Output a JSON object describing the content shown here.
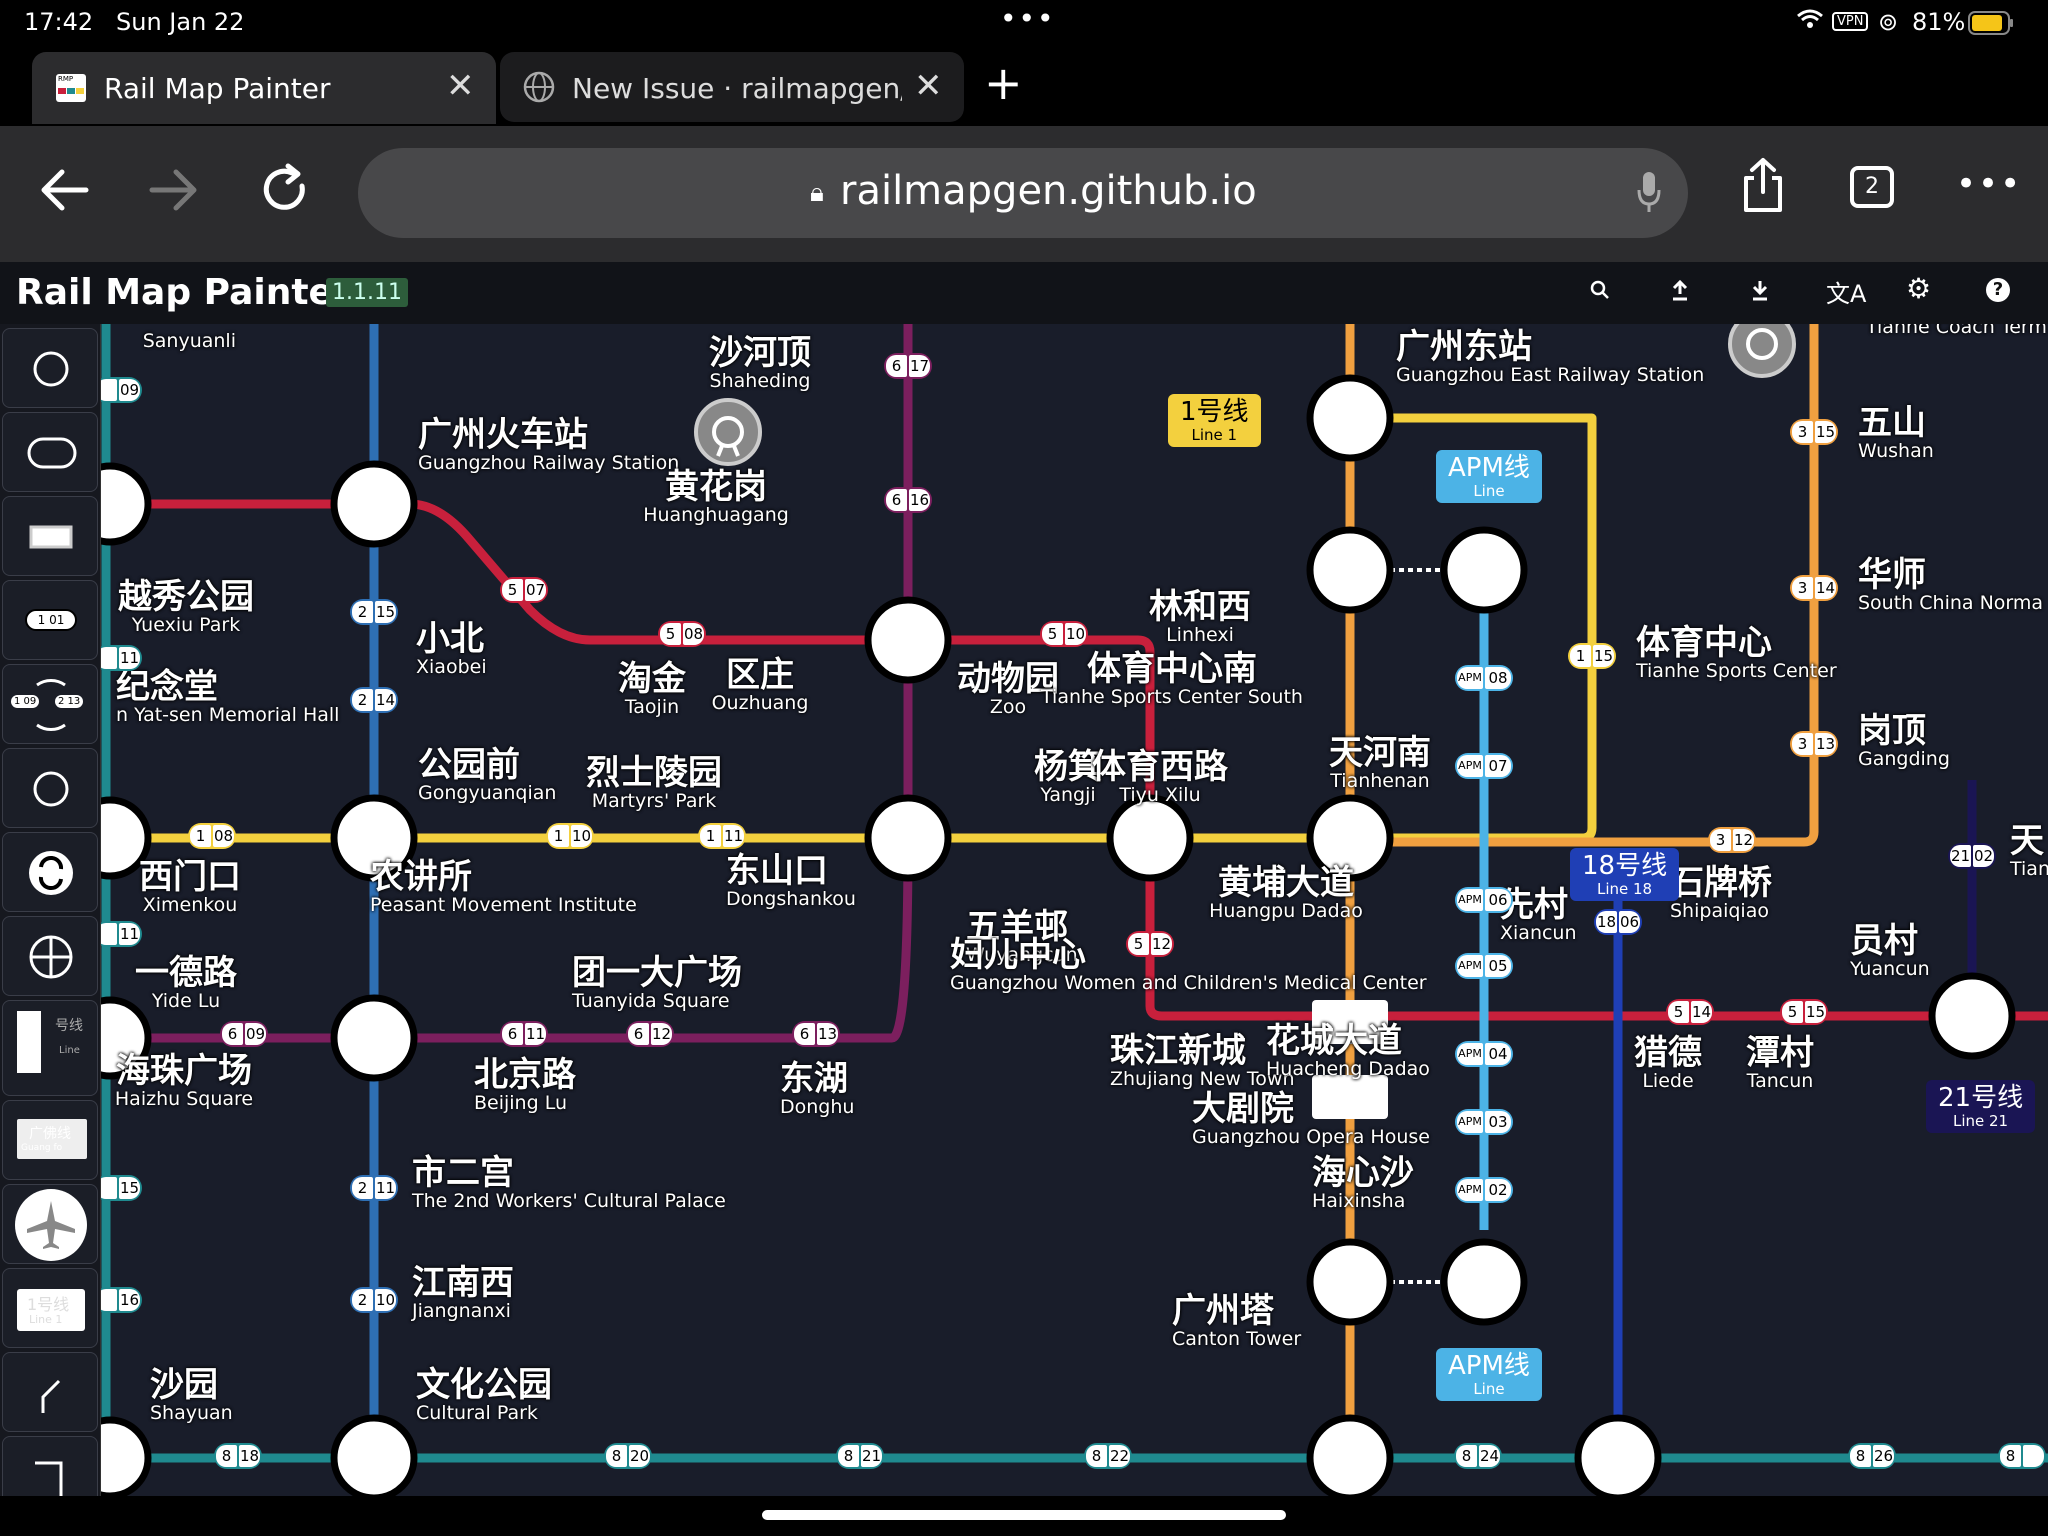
{
  "status": {
    "time": "17:42",
    "date": "Sun Jan 22",
    "battery": "81%",
    "vpn": "VPN"
  },
  "tabs": [
    {
      "title": "Rail Map Painter",
      "favicon": "RMP"
    },
    {
      "title": "New Issue · railmapgen/r"
    }
  ],
  "browser": {
    "url": "railmapgen.github.io",
    "tab_count": "2"
  },
  "app": {
    "title": "Rail Map Painter",
    "version": "1.1.11"
  },
  "colors": {
    "line1": "#f3d03e",
    "line2": "#2e6fb4",
    "line3": "#f0a040",
    "line5": "#c8203c",
    "line6": "#7c1f5e",
    "line8": "#1f8a8f",
    "line18": "#1f3fb5",
    "line21": "#1a1554",
    "apm": "#4cb3e6",
    "guangfo": "#b8d43a"
  },
  "sidebar_tools": [
    "circle-tool",
    "pill-tool",
    "rect-tool",
    "line-badge-tool",
    "loop-tool",
    "circle2-tool",
    "loop-arrows-tool",
    "crosshair-tool",
    "line-name-tool",
    "guangfo-tool",
    "airport-tool",
    "line1-tool",
    "curve-tool",
    "corner-tool"
  ],
  "map": {
    "stations": [
      {
        "zh": "",
        "en": "Sanyuanli"
      },
      {
        "zh": "沙河顶",
        "en": "Shaheding"
      },
      {
        "zh": "广州火车站",
        "en": "Guangzhou Railway Station"
      },
      {
        "zh": "黄花岗",
        "en": "Huanghuagang"
      },
      {
        "zh": "广州东站",
        "en": "Guangzhou East Railway Station"
      },
      {
        "zh": "",
        "en": "Tianhe Coach Term"
      },
      {
        "zh": "五山",
        "en": "Wushan"
      },
      {
        "zh": "越秀公园",
        "en": "Yuexiu Park"
      },
      {
        "zh": "小北",
        "en": "Xiaobei"
      },
      {
        "zh": "淘金",
        "en": "Taojin"
      },
      {
        "zh": "区庄",
        "en": "Ouzhuang"
      },
      {
        "zh": "动物园",
        "en": "Zoo"
      },
      {
        "zh": "林和西",
        "en": "Linhexi"
      },
      {
        "zh": "华师",
        "en": "South China Norma"
      },
      {
        "zh": "纪念堂",
        "en": "n Yat-sen Memorial Hall"
      },
      {
        "zh": "体育中心南",
        "en": "Tianhe Sports Center South"
      },
      {
        "zh": "体育中心",
        "en": "Tianhe Sports Center"
      },
      {
        "zh": "岗顶",
        "en": "Gangding"
      },
      {
        "zh": "公园前",
        "en": "Gongyuanqian"
      },
      {
        "zh": "烈士陵园",
        "en": "Martyrs' Park"
      },
      {
        "zh": "杨箕",
        "en": "Yangji"
      },
      {
        "zh": "体育西路",
        "en": "Tiyu Xilu"
      },
      {
        "zh": "天河南",
        "en": "Tianhenan"
      },
      {
        "zh": "西门口",
        "en": "Ximenkou"
      },
      {
        "zh": "农讲所",
        "en": "Peasant Movement Institute"
      },
      {
        "zh": "东山口",
        "en": "Dongshankou"
      },
      {
        "zh": "黄埔大道",
        "en": "Huangpu Dadao"
      },
      {
        "zh": "石牌桥",
        "en": "Shipaiqiao"
      },
      {
        "zh": "先村",
        "en": "Xiancun"
      },
      {
        "zh": "五羊邨",
        "en": "Wuyangcun"
      },
      {
        "zh": "妇儿中心",
        "en": "Guangzhou Women and Children's Medical Center"
      },
      {
        "zh": "员村",
        "en": "Yuancun"
      },
      {
        "zh": "一德路",
        "en": "Yide Lu"
      },
      {
        "zh": "团一大广场",
        "en": "Tuanyida Square"
      },
      {
        "zh": "海珠广场",
        "en": "Haizhu Square"
      },
      {
        "zh": "北京路",
        "en": "Beijing Lu"
      },
      {
        "zh": "东湖",
        "en": "Donghu"
      },
      {
        "zh": "珠江新城",
        "en": "Zhujiang New Town"
      },
      {
        "zh": "花城大道",
        "en": "Huacheng Dadao"
      },
      {
        "zh": "猎德",
        "en": "Liede"
      },
      {
        "zh": "潭村",
        "en": "Tancun"
      },
      {
        "zh": "大剧院",
        "en": "Guangzhou Opera House"
      },
      {
        "zh": "市二宫",
        "en": "The 2nd Workers' Cultural Palace"
      },
      {
        "zh": "海心沙",
        "en": "Haixinsha"
      },
      {
        "zh": "江南西",
        "en": "Jiangnanxi"
      },
      {
        "zh": "广州塔",
        "en": "Canton Tower"
      },
      {
        "zh": "沙园",
        "en": "Shayuan"
      },
      {
        "zh": "文化公园",
        "en": "Cultural Park"
      },
      {
        "zh": "天",
        "en": "Tian"
      }
    ],
    "badges": [
      {
        "line": "1",
        "num": "08"
      },
      {
        "line": "1",
        "num": "10"
      },
      {
        "line": "1",
        "num": "11"
      },
      {
        "line": "1",
        "num": "15"
      },
      {
        "line": "2",
        "num": "15"
      },
      {
        "line": "2",
        "num": "14"
      },
      {
        "line": "2",
        "num": "11"
      },
      {
        "line": "2",
        "num": "10"
      },
      {
        "line": "3",
        "num": "15"
      },
      {
        "line": "3",
        "num": "14"
      },
      {
        "line": "3",
        "num": "13"
      },
      {
        "line": "3",
        "num": "12"
      },
      {
        "line": "5",
        "num": "07"
      },
      {
        "line": "5",
        "num": "08"
      },
      {
        "line": "5",
        "num": "10"
      },
      {
        "line": "5",
        "num": "12"
      },
      {
        "line": "5",
        "num": "14"
      },
      {
        "line": "5",
        "num": "15"
      },
      {
        "line": "6",
        "num": "17"
      },
      {
        "line": "6",
        "num": "16"
      },
      {
        "line": "6",
        "num": "09"
      },
      {
        "line": "6",
        "num": "11"
      },
      {
        "line": "6",
        "num": "12"
      },
      {
        "line": "6",
        "num": "13"
      },
      {
        "line": "8",
        "num": "18"
      },
      {
        "line": "8",
        "num": "20"
      },
      {
        "line": "8",
        "num": "21"
      },
      {
        "line": "8",
        "num": "22"
      },
      {
        "line": "8",
        "num": "24"
      },
      {
        "line": "8",
        "num": "26"
      },
      {
        "line": "8",
        "num": ""
      },
      {
        "line": "18",
        "num": "06"
      },
      {
        "line": "21",
        "num": "02"
      },
      {
        "line": "APM",
        "num": "08"
      },
      {
        "line": "APM",
        "num": "07"
      },
      {
        "line": "APM",
        "num": "06"
      },
      {
        "line": "APM",
        "num": "05"
      },
      {
        "line": "APM",
        "num": "04"
      },
      {
        "line": "APM",
        "num": "03"
      },
      {
        "line": "APM",
        "num": "02"
      },
      {
        "line": "",
        "num": "09"
      },
      {
        "line": "",
        "num": "11"
      },
      {
        "line": "",
        "num": "11"
      },
      {
        "line": "",
        "num": "15"
      },
      {
        "line": "",
        "num": "16"
      }
    ],
    "line_labels": [
      {
        "zh": "1号线",
        "en": "Line 1"
      },
      {
        "zh": "APM线",
        "en": "Line"
      },
      {
        "zh": "18号线",
        "en": "Line 18"
      },
      {
        "zh": "21号线",
        "en": "Line 21"
      },
      {
        "zh": "APM线",
        "en": "Line"
      }
    ],
    "sidebar_text": {
      "line_badge_1": "1",
      "line_badge_num": "01",
      "loop_a": "1 09",
      "loop_b": "2 13",
      "line_name_zh": "号线",
      "line_name_en": "Line",
      "guangfo_zh": "广佛线",
      "guangfo_en": "Guang fo",
      "line1_zh": "1号线",
      "line1_en": "Line 1"
    }
  }
}
